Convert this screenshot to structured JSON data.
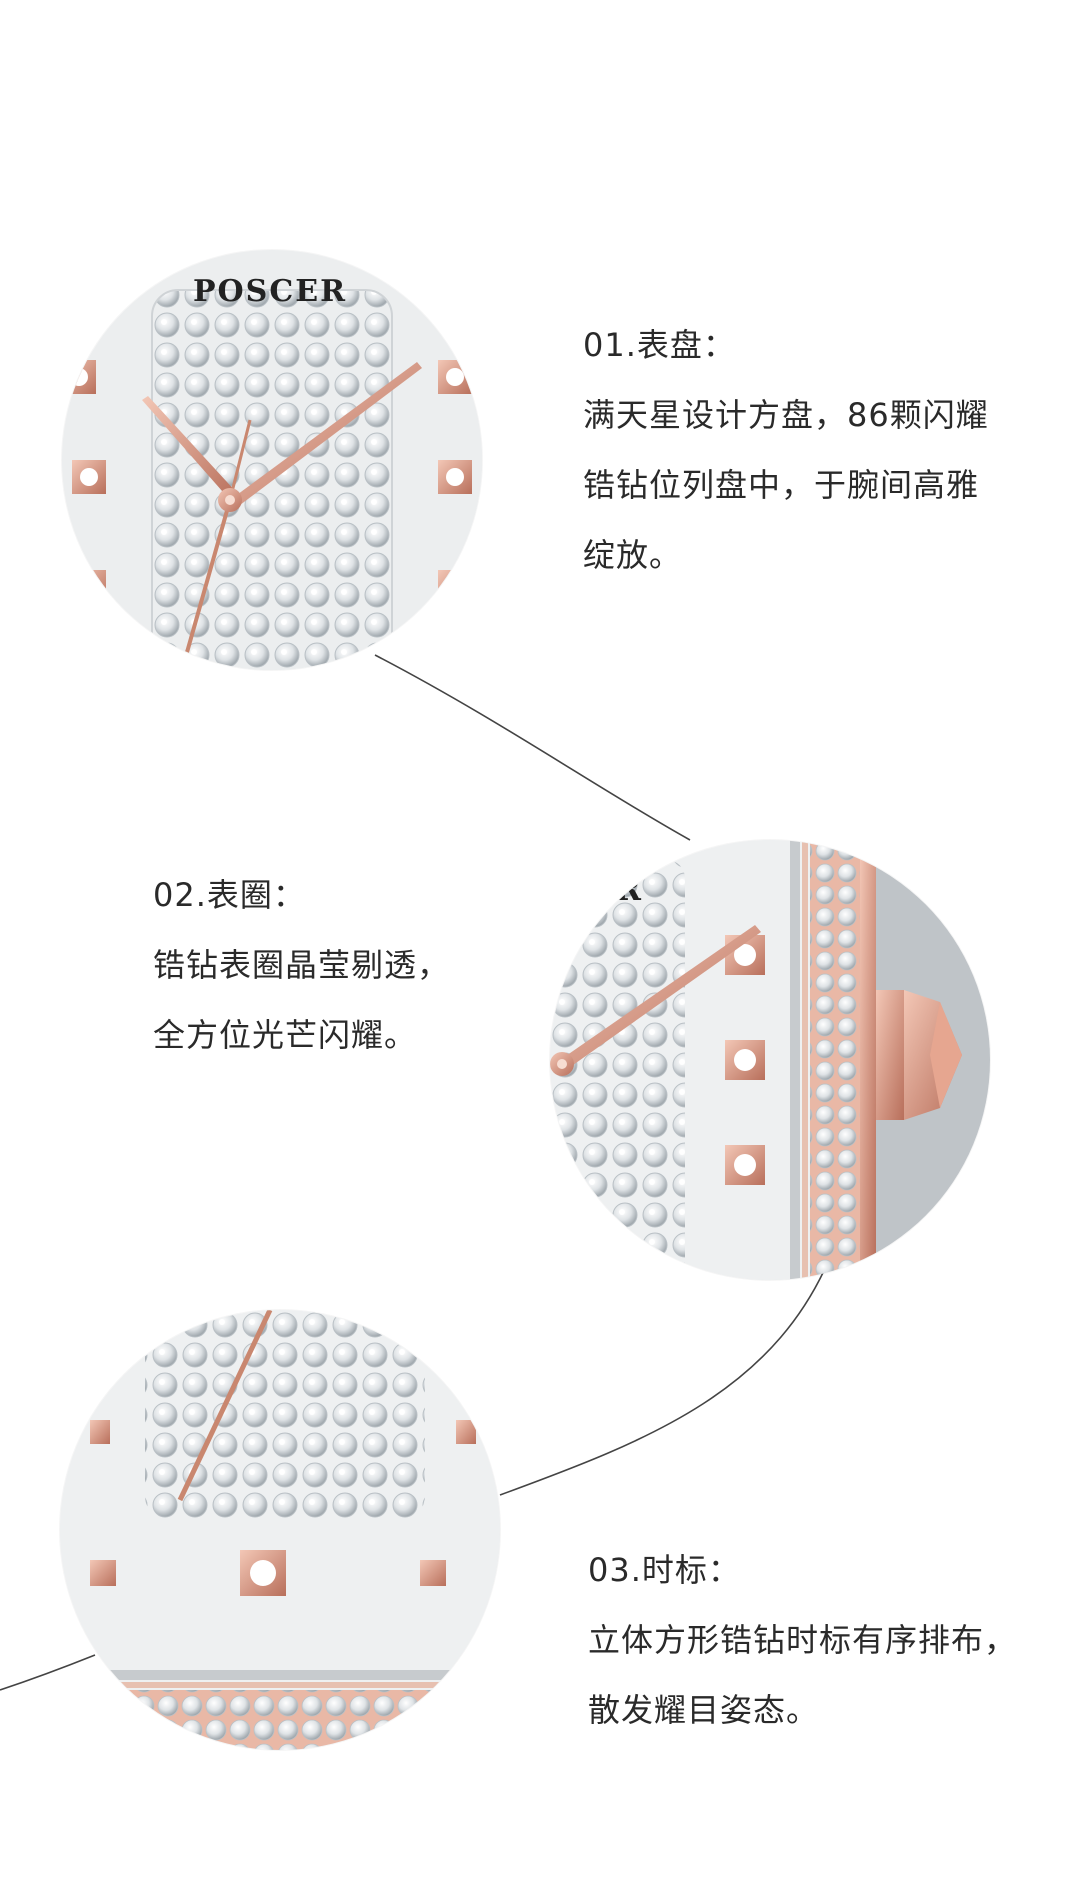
{
  "features": [
    {
      "title": "01.表盘：",
      "lines": [
        "满天星设计方盘，86颗闪耀",
        "锆钻位列盘中，于腕间高雅",
        "绽放。"
      ]
    },
    {
      "title": "02.表圈：",
      "lines": [
        "锆钻表圈晶莹剔透，",
        "全方位光芒闪耀。"
      ]
    },
    {
      "title": "03.时标：",
      "lines": [
        "立体方形锆钻时标有序排布，",
        "散发耀目姿态。"
      ]
    }
  ],
  "dial": {
    "brand": "POSCER",
    "partial_brand": "ER"
  },
  "colors": {
    "background": "#ffffff",
    "text": "#2a2a2a",
    "rose_gold": "#d99a84",
    "rose_gold_dark": "#b86f5b",
    "mother_of_pearl": "#f1f2f3",
    "connector": "#444444"
  }
}
